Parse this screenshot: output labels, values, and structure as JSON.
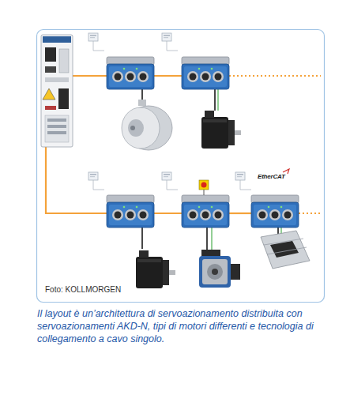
{
  "diagram": {
    "caption": "Il layout è un’architettura di servoazionamento distribuita con servoazionamenti AKD-N, tipi di motori differenti e tecnologia di collegamento a cavo singolo.",
    "labels": [
      "EtherCAT",
      "Foto: KOLLMORGEN"
    ]
  }
}
